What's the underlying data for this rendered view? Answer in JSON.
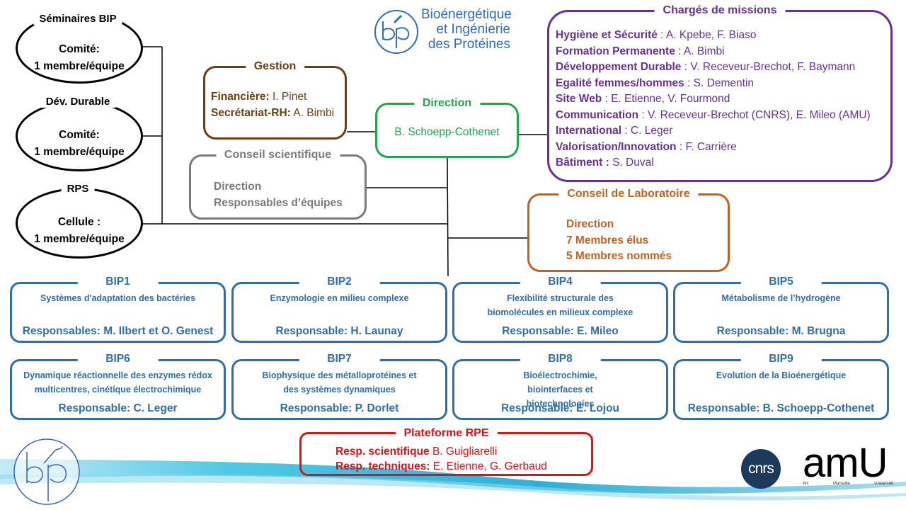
{
  "logo": {
    "line1": "Bioénergétique",
    "line2": "et Ingénierie",
    "line3": "des Protéines",
    "color": "#2f6db5"
  },
  "committees": [
    {
      "title": "Séminaires BIP",
      "label": "Comité:",
      "value": "1 membre/équipe"
    },
    {
      "title": "Dév. Durable",
      "label": "Comité:",
      "value": "1 membre/équipe"
    },
    {
      "title": "RPS",
      "label": "Cellule :",
      "value": "1 membre/équipe"
    }
  ],
  "gestion": {
    "title": "Gestion",
    "color": "#6b3e12",
    "rows": [
      {
        "label": "Financière:",
        "value": " I. Pinet"
      },
      {
        "label": "Secrétariat-RH:",
        "value": " A. Bimbi"
      }
    ]
  },
  "direction": {
    "title": "Direction",
    "name": "B. Schoepp-Cothenet",
    "color": "#1fa64f"
  },
  "conseil_scientifique": {
    "title": "Conseil scientifique",
    "color": "#7a7a7a",
    "rows": [
      "Direction",
      "Responsables d’équipes"
    ]
  },
  "charges_missions": {
    "title": "Chargés de missions",
    "color": "#6a2f96",
    "rows": [
      {
        "label": "Hygiène et Sécurité",
        "value": " : A. Kpebe, F. Biaso"
      },
      {
        "label": "Formation Permanente",
        "value": " : A. Bimbi"
      },
      {
        "label": "Développement Durable",
        "value": " : V. Receveur-Brechot, F. Baymann"
      },
      {
        "label": "Egalité femmes/hommes",
        "value": " : S. Dementin"
      },
      {
        "label": "Site Web",
        "value": " : E. Etienne,  V. Fourmond"
      },
      {
        "label": "Communication",
        "value": " : V. Receveur-Brechot (CNRS), E. Mileo  (AMU)"
      },
      {
        "label": "International",
        "value": " : C. Leger"
      },
      {
        "label": "Valorisation/Innovation",
        "value": " : F. Carrière"
      },
      {
        "label": "Bâtiment :",
        "value": " S. Duval"
      }
    ]
  },
  "conseil_laboratoire": {
    "title": "Conseil de Laboratoire",
    "color": "#c0631f",
    "rows": [
      "Direction",
      "7 Membres élus",
      "5 Membres nommés"
    ]
  },
  "teams": [
    {
      "title": "BIP1",
      "subtitle": "Systèmes d'adaptation des bactéries",
      "responsable": "Responsables: M. Ilbert et O. Genest"
    },
    {
      "title": "BIP2",
      "subtitle": "Enzymologie en milieu complexe",
      "responsable": "Responsable: H. Launay"
    },
    {
      "title": "BIP4",
      "subtitle": "Flexibilité structurale des biomolécules en milieux complexe",
      "responsable": "Responsable: E. Mileo"
    },
    {
      "title": "BIP5",
      "subtitle": "Métabolisme de l’hydrogène",
      "responsable": "Responsable: M. Brugna"
    },
    {
      "title": "BIP6",
      "subtitle": "Dynamique réactionnelle des enzymes rédox multicentres, cinétique électrochimique",
      "responsable": "Responsable: C. Leger"
    },
    {
      "title": "BIP7",
      "subtitle": "Biophysique des métalloprotéines et des systèmes dynamiques",
      "responsable": "Responsable: P. Dorlet"
    },
    {
      "title": "BIP8",
      "subtitle": "Bioélectrochimie, biointerfaces et biotechnologies",
      "responsable": "Responsable: E. Lojou"
    },
    {
      "title": "BIP9",
      "subtitle": "Evolution de la Bioénergétique",
      "responsable": "Responsable: B. Schoepp-Cothenet"
    }
  ],
  "plateforme": {
    "title": "Plateforme RPE",
    "color": "#d9141b",
    "rows": [
      {
        "label": "Resp. scientifique",
        "value": " B. Guigliarelli"
      },
      {
        "label": "Resp. techniques:",
        "value": " E. Etienne, G. Gerbaud"
      }
    ]
  },
  "partners": {
    "cnrs": "cnrs",
    "amu": "amU",
    "amu_sub": [
      "Aix",
      "Marseille",
      "Université"
    ],
    "cnrs_color": "#1b3a5c"
  }
}
